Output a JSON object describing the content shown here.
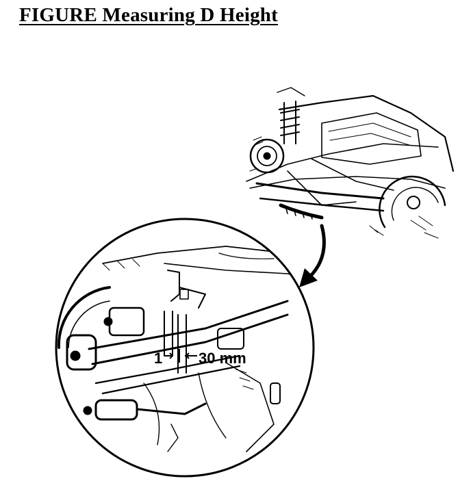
{
  "figure": {
    "title": "FIGURE Measuring D Height"
  },
  "callout": {
    "marker": "1",
    "dimension": "30 mm"
  }
}
